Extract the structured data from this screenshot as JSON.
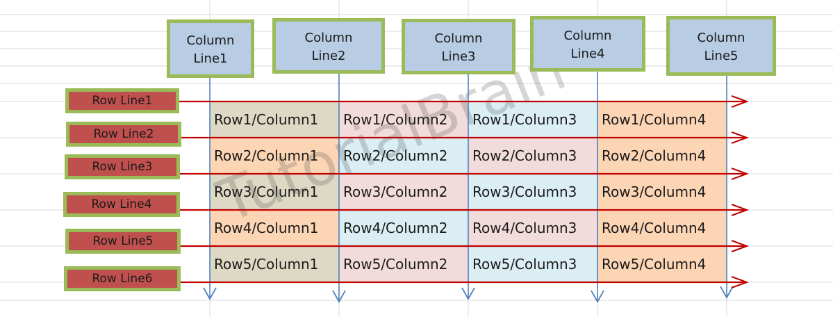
{
  "column_lines": [
    {
      "label_1": "Column",
      "label_2": "Line1"
    },
    {
      "label_1": "Column",
      "label_2": "Line2"
    },
    {
      "label_1": "Column",
      "label_2": "Line3"
    },
    {
      "label_1": "Column",
      "label_2": "Line4"
    },
    {
      "label_1": "Column",
      "label_2": "Line5"
    }
  ],
  "row_lines": [
    "Row Line1",
    "Row Line2",
    "Row Line3",
    "Row Line4",
    "Row Line5",
    "Row Line6"
  ],
  "cells": [
    [
      "Row1/Column1",
      "Row1/Column2",
      "Row1/Column3",
      "Row1/Column4"
    ],
    [
      "Row2/Column1",
      "Row2/Column2",
      "Row2/Column3",
      "Row2/Column4"
    ],
    [
      "Row3/Column1",
      "Row3/Column2",
      "Row3/Column3",
      "Row3/Column4"
    ],
    [
      "Row4/Column1",
      "Row4/Column2",
      "Row4/Column3",
      "Row4/Column4"
    ],
    [
      "Row5/Column1",
      "Row5/Column2",
      "Row5/Column3",
      "Row5/Column4"
    ]
  ],
  "watermark": "TutorialBrain",
  "colors": {
    "column_box_fill": "#b8cce4",
    "box_border": "#9bbb59",
    "row_box_fill": "#c0504d",
    "row_arrow": "#c00000",
    "column_arrow": "#4f81bd",
    "cell_tan": "#ddd9c4",
    "cell_pink": "#f2dcdb",
    "cell_blue": "#daeef3",
    "cell_peach": "#fcd5b4"
  }
}
